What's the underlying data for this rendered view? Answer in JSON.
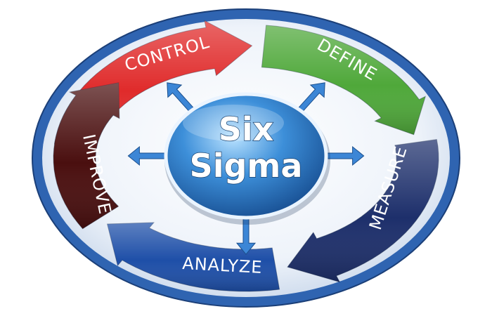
{
  "diagram": {
    "center": {
      "line1": "Six",
      "line2": "Sigma"
    },
    "stages": [
      {
        "label": "CONTROL",
        "color": "#e02b2b"
      },
      {
        "label": "DEFINE",
        "color": "#4fa83a"
      },
      {
        "label": "MEASURE",
        "color": "#1d2f6b"
      },
      {
        "label": "ANALYZE",
        "color": "#1e4fa8"
      },
      {
        "label": "IMPROVE",
        "color": "#4a0f0f"
      }
    ],
    "colors": {
      "ring_outer": "#2f64b1",
      "ring_inner": "#dfe9f5",
      "core": "#2a74c6",
      "radial_arrows": "#3c86d6"
    },
    "icons": [
      "arrow-up-left-icon",
      "arrow-up-right-icon",
      "arrow-left-icon",
      "arrow-right-icon",
      "arrow-down-icon"
    ]
  }
}
